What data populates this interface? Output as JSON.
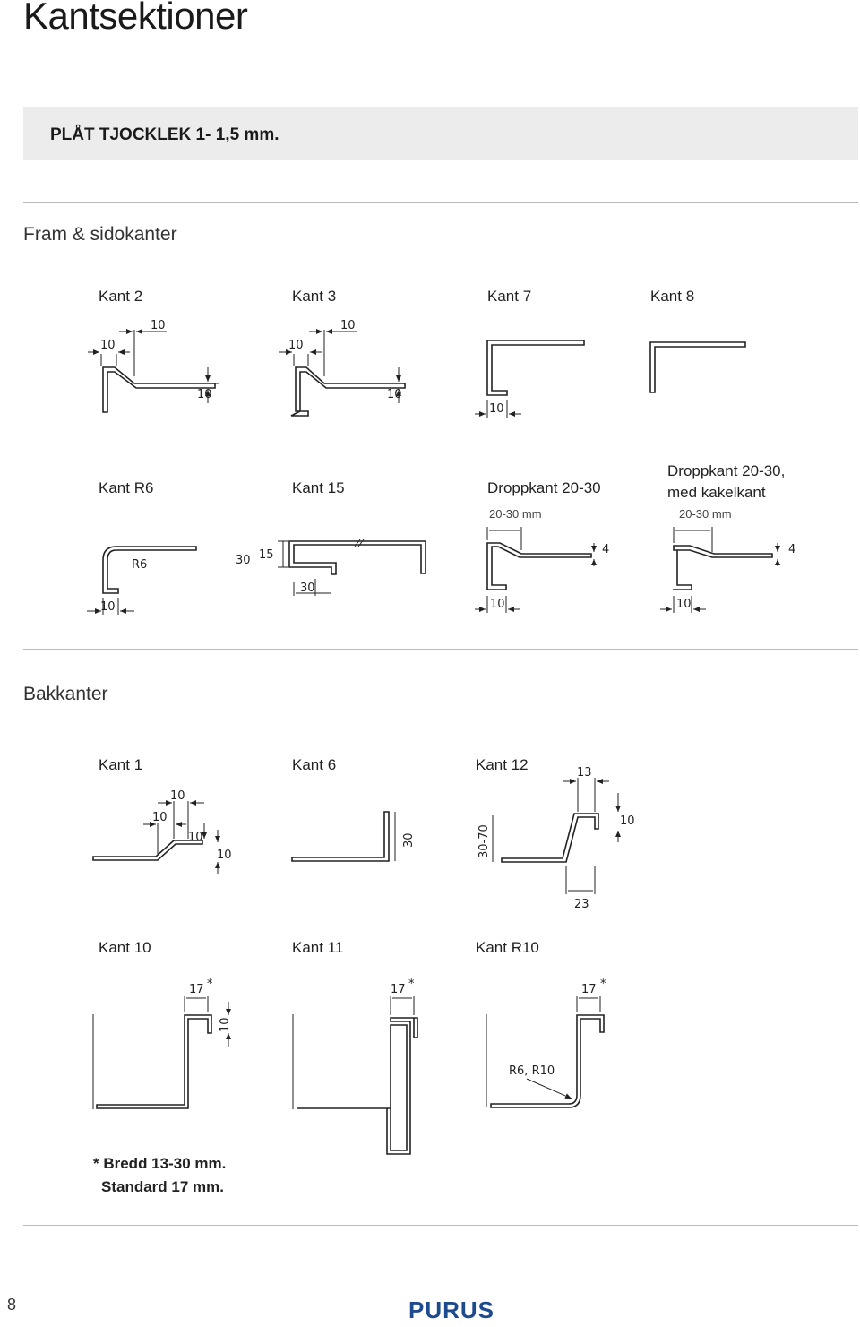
{
  "page_title": "Kantsektioner",
  "banner": "PLÅT TJOCKLEK 1- 1,5 mm.",
  "section1": {
    "title": "Fram & sidokanter",
    "row1": [
      "Kant 2",
      "Kant 3",
      "Kant 7",
      "Kant 8"
    ],
    "row2": [
      "Kant R6",
      "Kant 15",
      "Droppkant 20-30"
    ],
    "row2_last_line1": "Droppkant 20-30,",
    "row2_last_line2": "med kakelkant",
    "dim_note": "20-30 mm"
  },
  "section2": {
    "title": "Bakkanter",
    "row1": [
      "Kant 1",
      "Kant 6",
      "Kant 12"
    ],
    "row2": [
      "Kant 10",
      "Kant 11",
      "Kant R10"
    ]
  },
  "dims": {
    "d10": "10",
    "d13": "13",
    "d15": "15",
    "d17": "17",
    "d23": "23",
    "d30": "30",
    "d4": "4",
    "r6": "R6",
    "r6r10": "R6, R10",
    "d3070": "30-70",
    "star": "*"
  },
  "footnote_line1": "* Bredd 13-30 mm.",
  "footnote_line2": "Standard 17 mm.",
  "page_number": "8",
  "logo": "PURUS",
  "colors": {
    "logo": "#1e4b8e",
    "band": "#ececec",
    "rule": "#b9b9b9"
  }
}
